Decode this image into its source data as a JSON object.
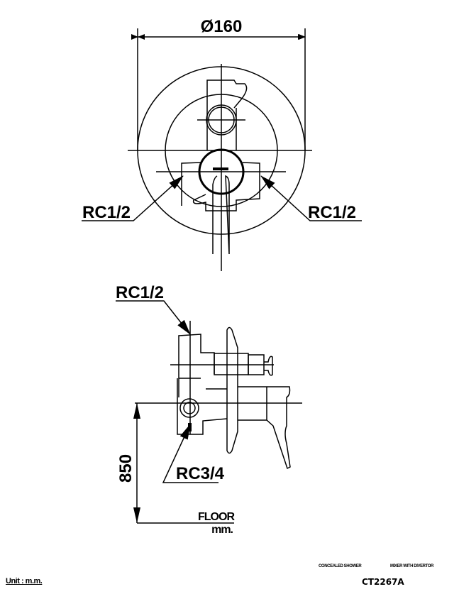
{
  "top_view": {
    "diameter_label": "Ø160",
    "left_port": "RC1/2",
    "right_port": "RC1/2"
  },
  "side_view": {
    "top_port": "RC1/2",
    "bottom_port": "RC3/4",
    "height_label": "850",
    "floor_label": "FLOOR",
    "floor_unit": "mm."
  },
  "footer": {
    "unit": "Unit : m.m.",
    "description_1": "CONCEALED SHOWER",
    "description_2": "MIXER WITH DIVERTOR",
    "model": "CT2267A"
  }
}
